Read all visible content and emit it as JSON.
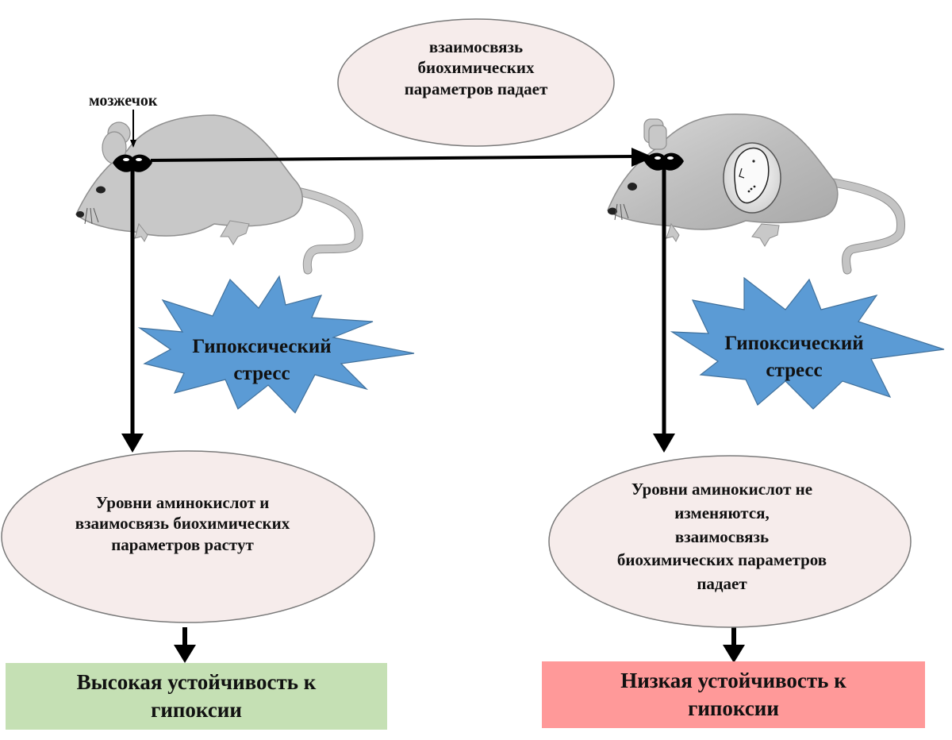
{
  "top_ellipse": {
    "lines": [
      "взаимосвязь",
      "биохимических",
      "параметров падает"
    ]
  },
  "left_branch": {
    "organ_label": "мозжечок",
    "stress": {
      "lines": [
        "Гипоксический",
        "стресс"
      ]
    },
    "outcome_ellipse": {
      "lines": [
        "Уровни аминокислот и",
        "взаимосвязь биохимических",
        "параметров растут"
      ]
    },
    "result": {
      "lines": [
        "Высокая устойчивость к",
        "гипоксии"
      ],
      "color": "#c5e0b4"
    }
  },
  "right_branch": {
    "stress": {
      "lines": [
        "Гипоксический",
        "стресс"
      ]
    },
    "outcome_ellipse": {
      "lines": [
        "Уровни аминокислот не",
        "изменяются,",
        "взаимосвязь",
        "биохимических параметров",
        "падает"
      ]
    },
    "result": {
      "lines": [
        "Низкая устойчивость к",
        "гипоксии"
      ],
      "color": "#ff9999"
    }
  },
  "colors": {
    "ellipse_fill": "#f6eceb",
    "ellipse_stroke": "#7a7a7a",
    "star_fill": "#5b9bd5",
    "star_stroke": "#41719c",
    "mouse_fill": "#c8c8c8",
    "arrow": "#000000"
  }
}
